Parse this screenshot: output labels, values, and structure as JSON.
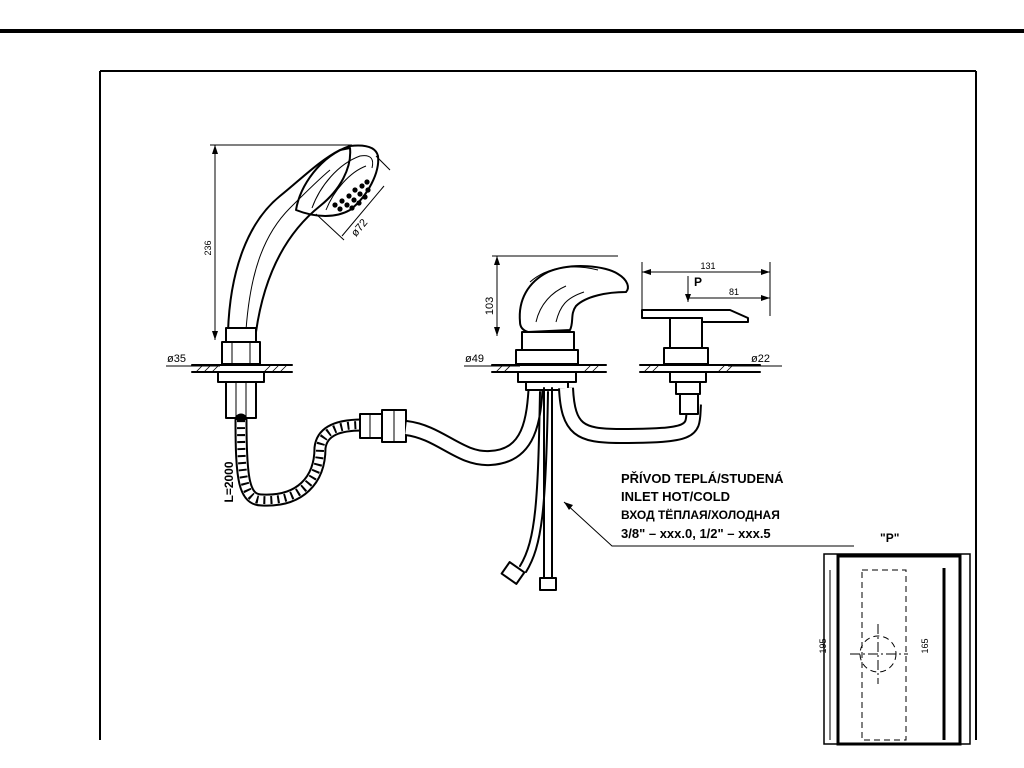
{
  "dimensions": {
    "hand_shower_height": "236",
    "hand_shower_head_diameter": "ø72",
    "shower_base_diameter": "ø35",
    "hose_length": "L=2000",
    "mixer_height": "103",
    "mixer_base_diameter": "ø49",
    "diverter_total_length": "131",
    "diverter_lever_length": "81",
    "diverter_base_diameter": "ø22",
    "detail_outer_height": "195",
    "detail_inner_height": "165"
  },
  "labels": {
    "pressure_marker": "P",
    "detail_marker": "\"P\""
  },
  "inlet_note": {
    "line_cz": "PŘÍVOD TEPLÁ/STUDENÁ",
    "line_en": "INLET HOT/COLD",
    "line_ru": "ВХОД ТЁПЛАЯ/ХОЛОДНАЯ",
    "line_sizes": "3/8\" – xxx.0, 1/2\" – xxx.5"
  }
}
